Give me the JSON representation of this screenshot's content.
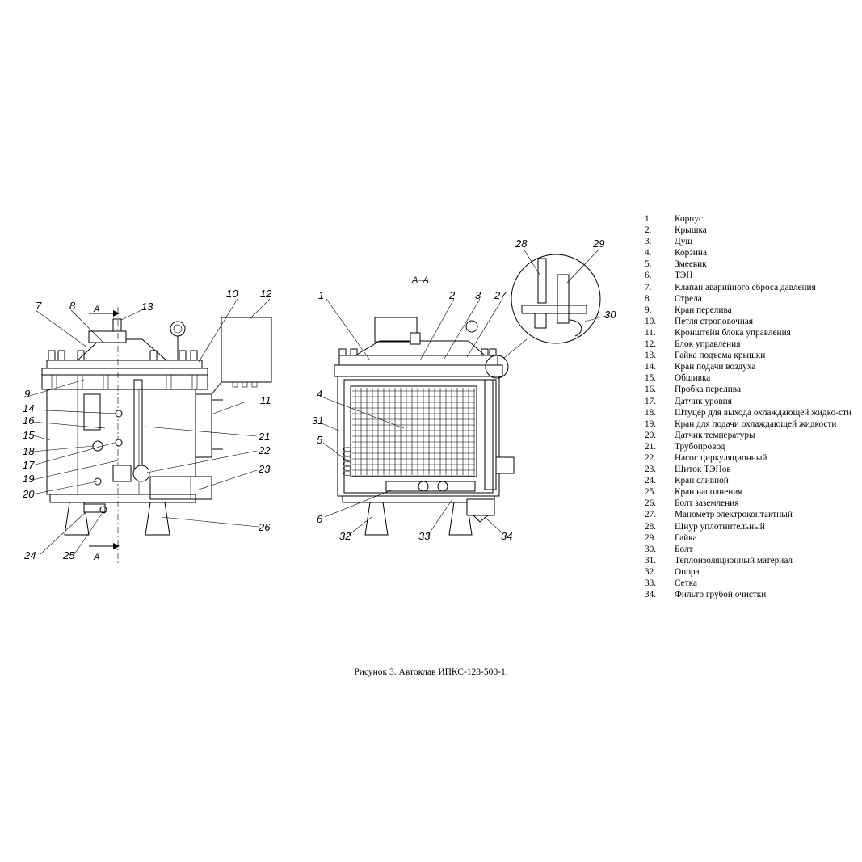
{
  "caption": "Рисунок 3. Автоклав ИПКС-128-500-1.",
  "section_label": "А–А",
  "section_mark": "А",
  "callouts": {
    "n1": "1",
    "n2": "2",
    "n3": "3",
    "n4": "4",
    "n5": "5",
    "n6": "6",
    "n7": "7",
    "n8": "8",
    "n9": "9",
    "n10": "10",
    "n11": "11",
    "n12": "12",
    "n13": "13",
    "n14": "14",
    "n15": "15",
    "n16": "16",
    "n17": "17",
    "n18": "18",
    "n19": "19",
    "n20": "20",
    "n21": "21",
    "n22": "22",
    "n23": "23",
    "n24": "24",
    "n25": "25",
    "n26": "26",
    "n27": "27",
    "n28": "28",
    "n29": "29",
    "n30": "30",
    "n31": "31",
    "n32": "32",
    "n33": "33",
    "n34": "34"
  },
  "legend": [
    {
      "num": "1.",
      "text": "Корпус"
    },
    {
      "num": "2.",
      "text": "Крышка"
    },
    {
      "num": "3.",
      "text": "Душ"
    },
    {
      "num": "4.",
      "text": "Корзина"
    },
    {
      "num": "5.",
      "text": "Змеевик"
    },
    {
      "num": "6.",
      "text": "ТЭН"
    },
    {
      "num": "7.",
      "text": "Клапан аварийного сброса давления"
    },
    {
      "num": "8.",
      "text": "Стрела"
    },
    {
      "num": "9.",
      "text": "Кран перелива"
    },
    {
      "num": "10.",
      "text": "Петля строповочная"
    },
    {
      "num": "11.",
      "text": "Кронштейн блока управления"
    },
    {
      "num": "12.",
      "text": "Блок управления"
    },
    {
      "num": "13.",
      "text": "Гайка подъема крышки"
    },
    {
      "num": "14.",
      "text": "Кран подачи воздуха"
    },
    {
      "num": "15.",
      "text": "Обшивка"
    },
    {
      "num": "16.",
      "text": "Пробка перелива"
    },
    {
      "num": "17.",
      "text": "Датчик уровня"
    },
    {
      "num": "18.",
      "text": "Штуцер для выхода охлаждающей жидко-сти"
    },
    {
      "num": "19.",
      "text": "Кран для подачи охлаждающей жидкости"
    },
    {
      "num": "20.",
      "text": "Датчик температуры"
    },
    {
      "num": "21.",
      "text": "Трубопровод"
    },
    {
      "num": "22.",
      "text": "Насос циркуляционный"
    },
    {
      "num": "23.",
      "text": "Щиток ТЭНов"
    },
    {
      "num": "24.",
      "text": "Кран сливной"
    },
    {
      "num": "25.",
      "text": "Кран наполнения"
    },
    {
      "num": "26.",
      "text": "Болт заземления"
    },
    {
      "num": "27.",
      "text": "Манометр электроконтактный"
    },
    {
      "num": "28.",
      "text": "Шнур уплотнительный"
    },
    {
      "num": "29.",
      "text": "Гайка"
    },
    {
      "num": "30.",
      "text": "Болт"
    },
    {
      "num": "31.",
      "text": "Теплоизоляционный материал"
    },
    {
      "num": "32.",
      "text": "Опора"
    },
    {
      "num": "33.",
      "text": "Сетка"
    },
    {
      "num": "34.",
      "text": "Фильтр грубой очистки"
    }
  ]
}
